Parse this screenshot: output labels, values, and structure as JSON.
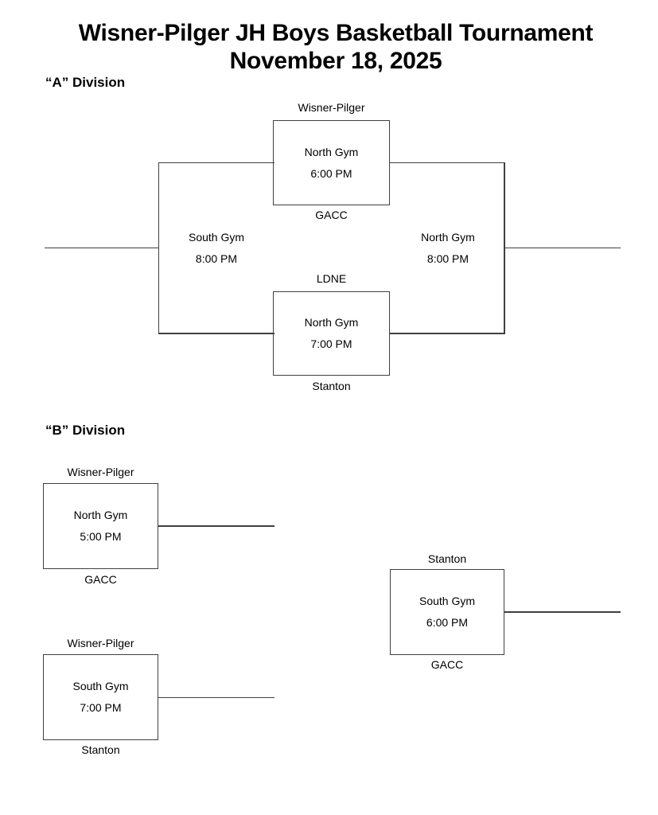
{
  "header": {
    "title": "Wisner-Pilger JH Boys Basketball Tournament",
    "date": "November 18, 2025"
  },
  "division_a": {
    "label": "“A” Division",
    "semifinal_top": {
      "top_team": "Wisner-Pilger",
      "venue": "North Gym",
      "time": "6:00 PM",
      "bottom_team": "GACC"
    },
    "semifinal_bottom": {
      "top_team": "LDNE",
      "venue": "North Gym",
      "time": "7:00 PM",
      "bottom_team": "Stanton"
    },
    "left_game": {
      "venue": "South Gym",
      "time": "8:00 PM"
    },
    "right_game": {
      "venue": "North Gym",
      "time": "8:00 PM"
    }
  },
  "division_b": {
    "label": "“B” Division",
    "game1": {
      "top_team": "Wisner-Pilger",
      "venue": "North Gym",
      "time": "5:00 PM",
      "bottom_team": "GACC"
    },
    "game2": {
      "top_team": "Wisner-Pilger",
      "venue": "South Gym",
      "time": "7:00 PM",
      "bottom_team": "Stanton"
    },
    "game3": {
      "top_team": "Stanton",
      "venue": "South Gym",
      "time": "6:00 PM",
      "bottom_team": "GACC"
    }
  },
  "colors": {
    "background": "#ffffff",
    "text": "#000000",
    "line": "#404040"
  }
}
